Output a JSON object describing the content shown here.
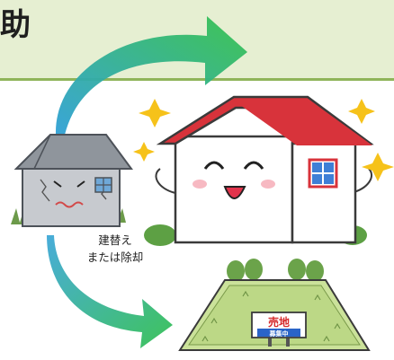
{
  "banner": {
    "title": "助"
  },
  "caption": {
    "line1": "建替え",
    "line2": "または除却"
  },
  "sign": {
    "main": "売地",
    "sub": "募集中"
  },
  "colors": {
    "banner_bg": "#e6efd2",
    "banner_border": "#8fb45a",
    "arrow": "#3fbf5a",
    "roof_red": "#d8333b",
    "old_house_gray": "#9aa0a8",
    "lot_green": "#cbe29a",
    "sign_red": "#d62a2a",
    "sign_blue": "#2a64c8",
    "sparkle": "#f6c21a"
  }
}
